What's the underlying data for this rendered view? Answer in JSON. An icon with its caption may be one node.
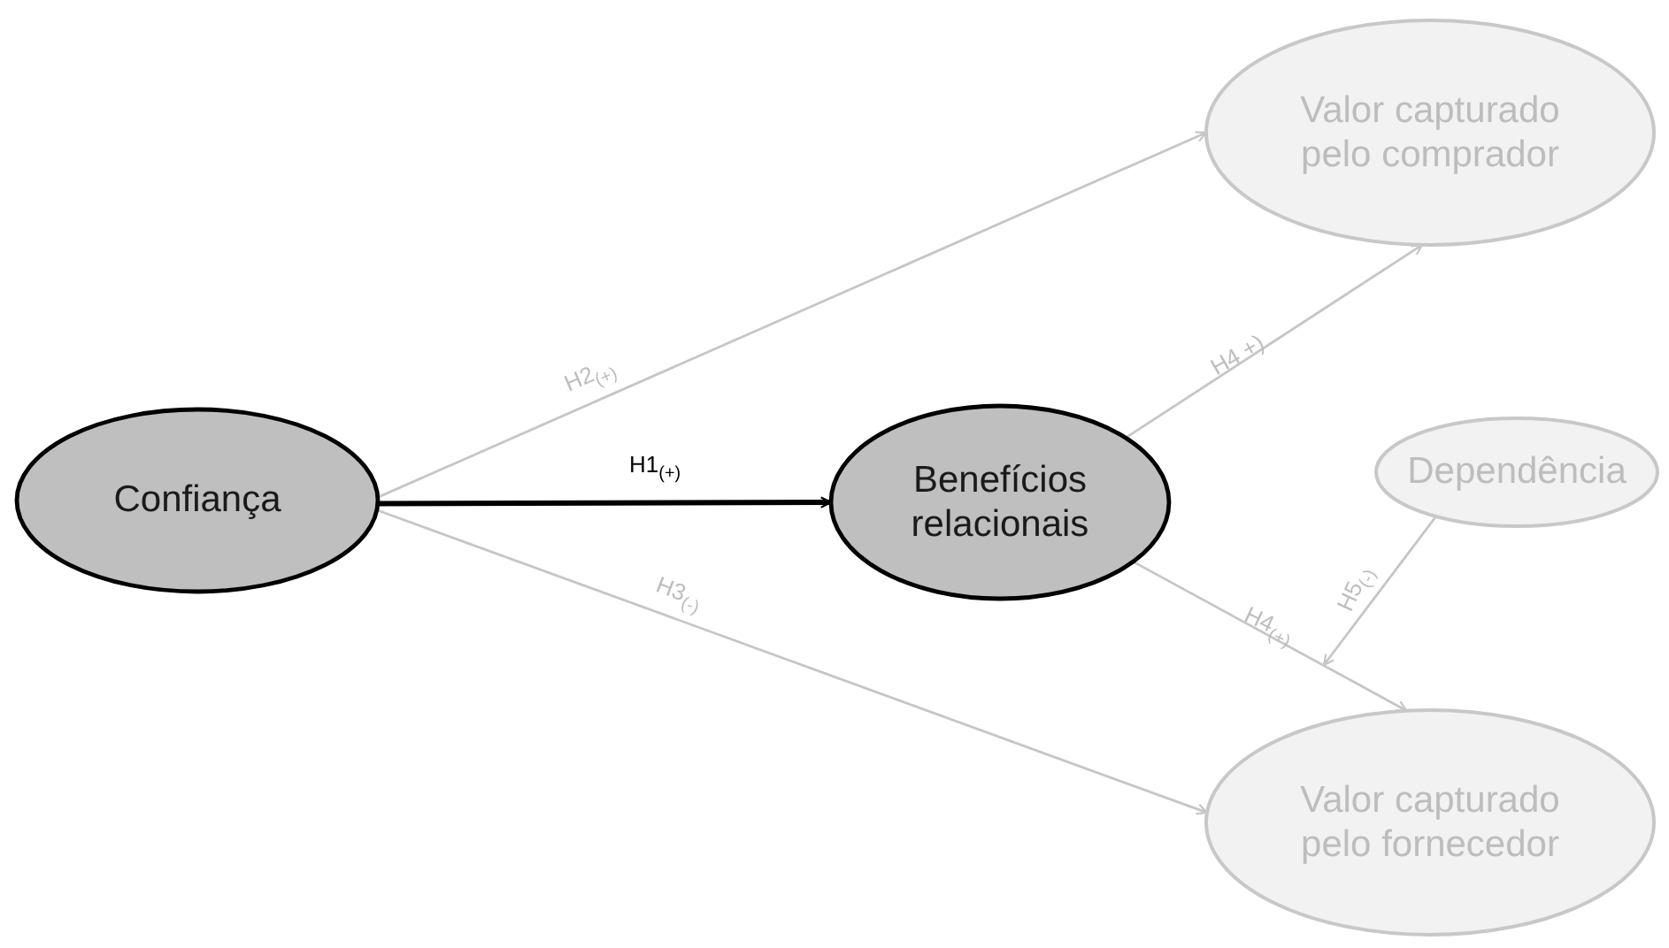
{
  "diagram": {
    "nodes": [
      {
        "text": [
          "Confiança"
        ]
      },
      {
        "text": [
          "Valor capturado pelo comprador"
        ]
      },
      {
        "text": [
          "Benefícios relacionais"
        ]
      },
      {
        "text": [
          "Dependência"
        ]
      },
      {
        "text": [
          "Valor capturado pelo fornecedor"
        ]
      }
    ],
    "edges": [
      {
        "from": 0,
        "to": 1,
        "arrow": "to",
        "label": "H2$_{(+)}$"
      },
      {
        "from": 0,
        "to": 2,
        "arrow": "to",
        "label": "H1$_{(+)}$",
        "style": "thick",
        "color": "#000000"
      },
      {
        "from": 0,
        "to": 4,
        "arrow": "to",
        "label": "H3$_{(-)}$"
      },
      {
        "from": 2,
        "to": 1,
        "arrow": "to",
        "label": "H4 +)"
      },
      {
        "from": 2,
        "to": 4,
        "arrow": "to",
        "label": "H4$_{(+)}$"
      },
      {
        "from": 3,
        "to": null,
        "arrow": "to",
        "label": "H5$_{(-)}$"
      }
    ]
  }
}
